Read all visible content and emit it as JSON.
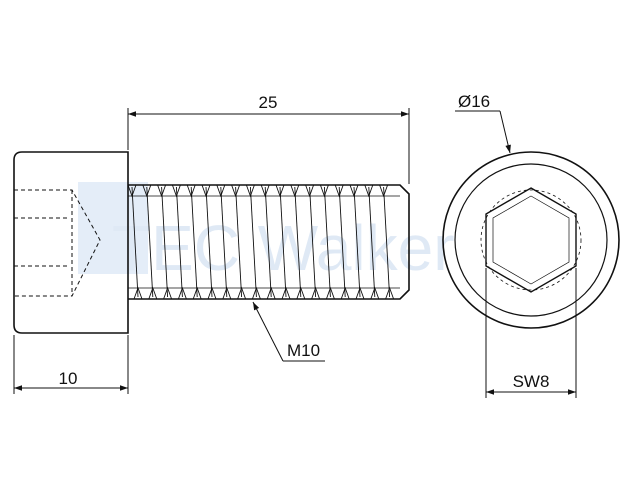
{
  "drawing": {
    "watermark": "TEC Walker",
    "dims": {
      "length": "25",
      "head_height": "10",
      "head_diameter": "Ø16",
      "thread": "M10",
      "socket": "SW8"
    }
  },
  "colors": {
    "line": "#111111",
    "watermark": "#dfe9f5",
    "background": "#ffffff"
  }
}
